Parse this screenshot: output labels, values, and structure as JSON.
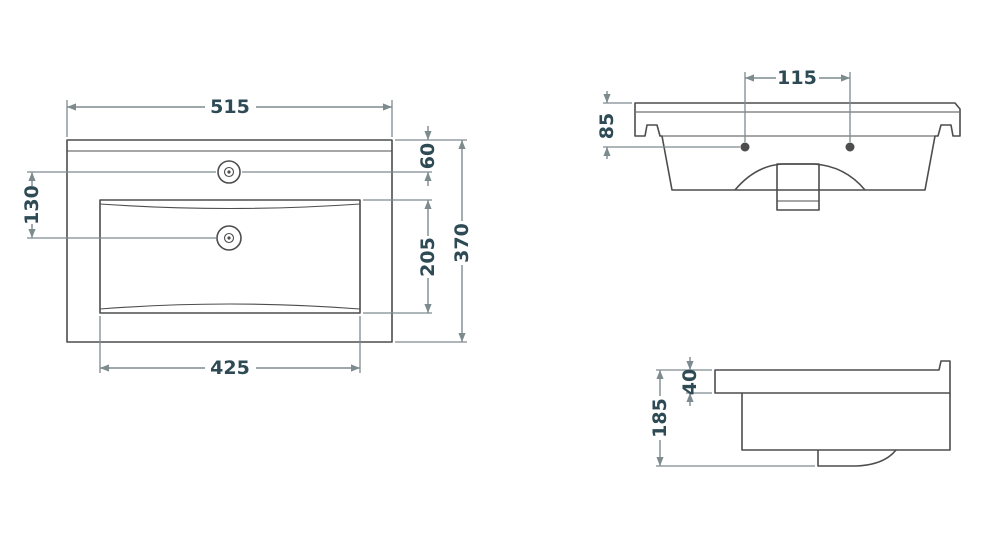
{
  "colors": {
    "outline": "#4d4d4d",
    "dimension_line": "#7d8b8f",
    "label": "#2e4a54",
    "background": "#ffffff"
  },
  "plan_view": {
    "overall_width": "515",
    "faucet_hole_offset": "60",
    "hole_spacing": "130",
    "overall_depth": "370",
    "basin_depth": "205",
    "basin_width": "425"
  },
  "front_view": {
    "hole_spacing": "115",
    "hole_height": "85"
  },
  "side_view": {
    "rim_height": "40",
    "total_height": "185"
  }
}
